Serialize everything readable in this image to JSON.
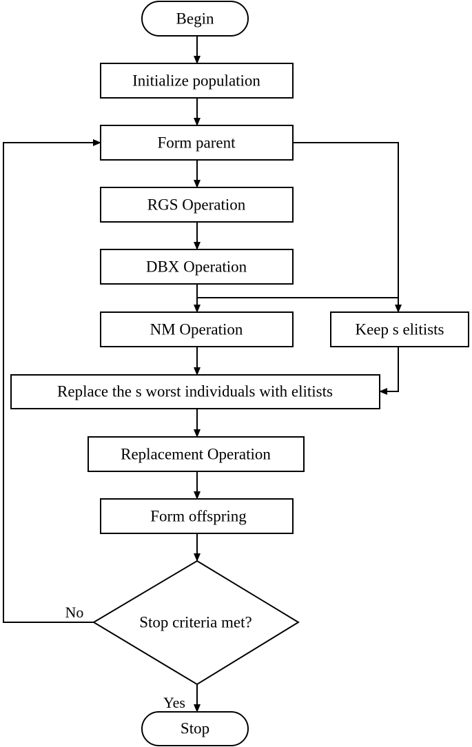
{
  "nodes": {
    "begin": {
      "label": "Begin"
    },
    "init": {
      "label": "Initialize population"
    },
    "form_parent": {
      "label": "Form parent"
    },
    "rgs": {
      "label": "RGS Operation"
    },
    "dbx": {
      "label": "DBX Operation"
    },
    "nm": {
      "label": "NM Operation"
    },
    "keep": {
      "label": "Keep s elitists"
    },
    "replace_worst": {
      "label": "Replace the s worst individuals with elitists"
    },
    "replacement": {
      "label": "Replacement Operation"
    },
    "form_offspring": {
      "label": "Form offspring"
    },
    "decision": {
      "label": "Stop criteria met?"
    },
    "stop": {
      "label": "Stop"
    }
  },
  "edges": {
    "no_label": "No",
    "yes_label": "Yes"
  },
  "colors": {
    "stroke": "#000000",
    "background": "#ffffff"
  }
}
